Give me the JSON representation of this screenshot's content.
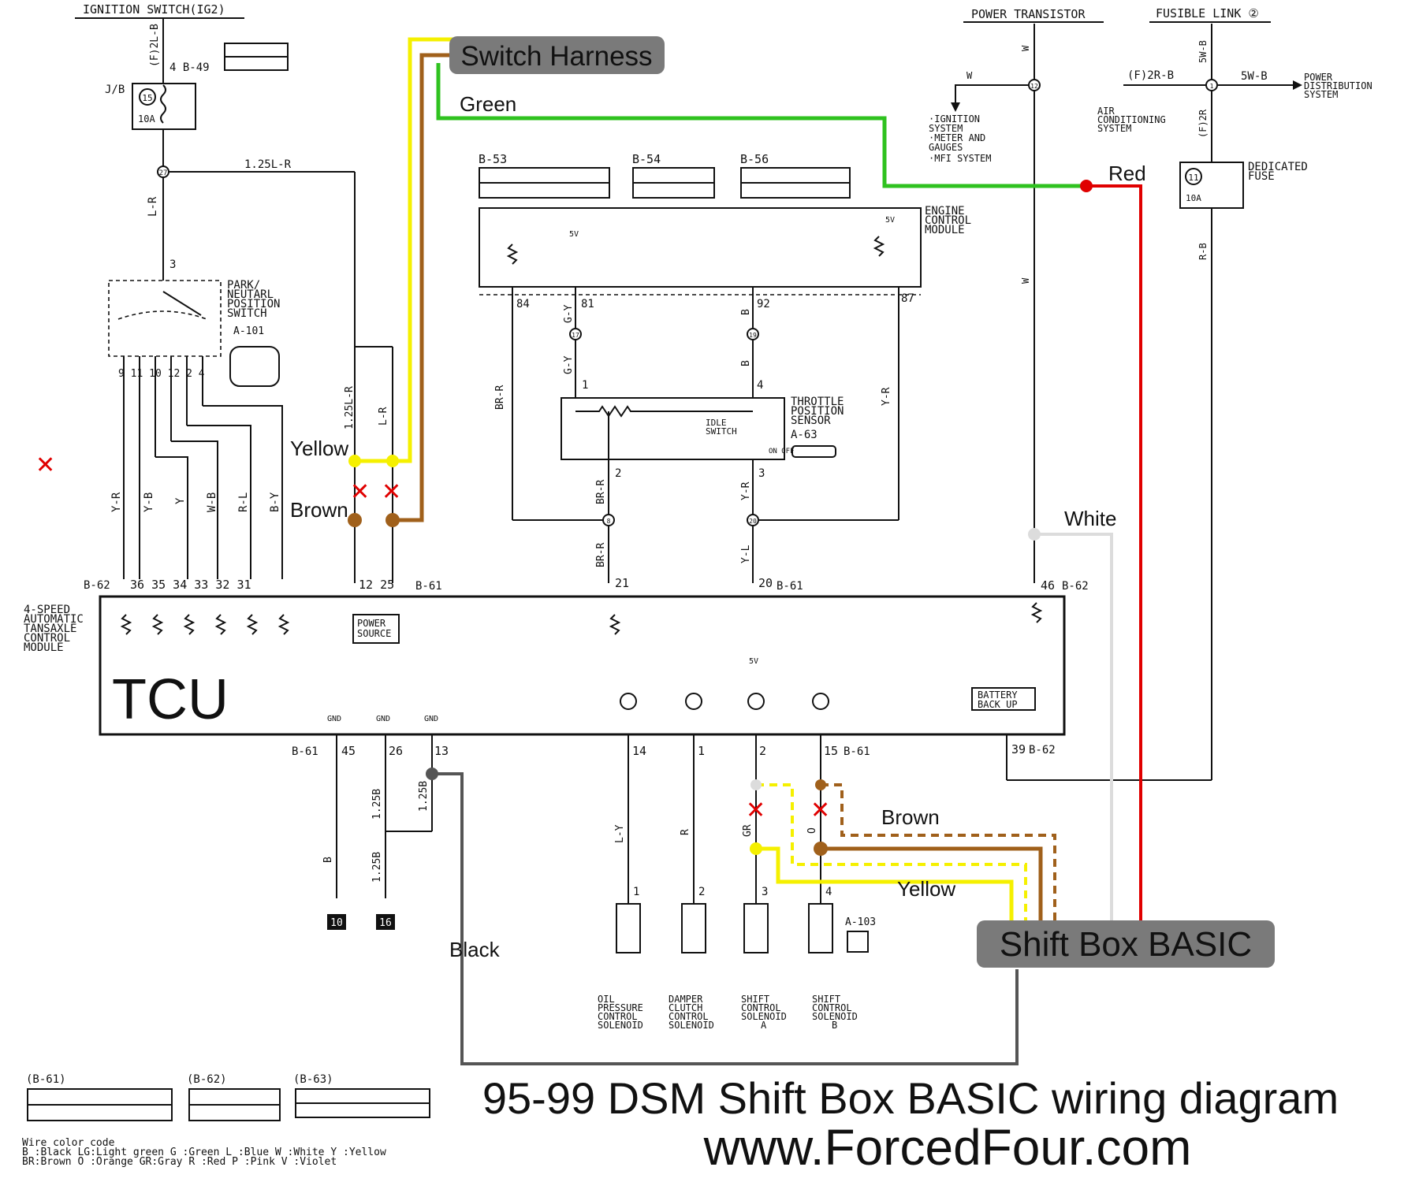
{
  "top_labels": {
    "ignition_switch": "IGNITION SWITCH(IG2)",
    "power_transistor": "POWER TRANSISTOR",
    "fusible_link": "FUSIBLE LINK ②"
  },
  "fuses": {
    "jb": "J/B",
    "jb_fuse_no": "15",
    "jb_rating": "10A",
    "ded_fuse_no": "11",
    "ded_rating": "10A",
    "dedicated1": "DEDICATED",
    "dedicated2": "FUSE"
  },
  "connectors": {
    "b49_pin": "4  B-49",
    "b53": "B-53",
    "b54": "B-54",
    "b56": "B-56",
    "b61": "B-61",
    "b62": "B-62"
  },
  "components": {
    "park_neutral": {
      "l1": "PARK/",
      "l2": "NEUTARL",
      "l3": "POSITION",
      "l4": "SWITCH",
      "ref": "A-101"
    },
    "ecm": {
      "l1": "ENGINE",
      "l2": "CONTROL",
      "l3": "MODULE",
      "v5": "5V"
    },
    "tps": {
      "l1": "THROTTLE",
      "l2": "POSITION",
      "l3": "SENSOR",
      "ref": "A-63",
      "idle1": "IDLE",
      "idle2": "SWITCH",
      "off": "ON  OFF"
    },
    "outputs": {
      "l1": "·IGNITION",
      "l2": " SYSTEM",
      "l3": "·METER AND",
      "l4": " GAUGES",
      "l5": "·MFI SYSTEM"
    },
    "power_dist": {
      "l1": "POWER",
      "l2": "DISTRIBUTION",
      "l3": "SYSTEM"
    },
    "aircon": {
      "l1": "AIR",
      "l2": "CONDITIONING",
      "l3": "SYSTEM"
    },
    "tcu": {
      "l1": "4-SPEED",
      "l2": "AUTOMATIC",
      "l3": "TANSAXLE",
      "l4": "CONTROL",
      "l5": "MODULE",
      "name": "TCU",
      "gnd": "GND"
    },
    "power_source": {
      "l1": "POWER",
      "l2": "SOURCE"
    },
    "battery": {
      "l1": "BATTERY",
      "l2": "BACK UP"
    },
    "solenoids": {
      "ref": "A-103",
      "oil1": "OIL",
      "oil2": "PRESSURE",
      "oil3": "CONTROL",
      "oil4": "SOLENOID",
      "dmp1": "DAMPER",
      "dmp2": "CLUTCH",
      "dmp3": "CONTROL",
      "dmp4": "SOLENOID",
      "sa1": "SHIFT",
      "sa2": "CONTROL",
      "sa3": "SOLENOID",
      "sa4": "A",
      "sb1": "SHIFT",
      "sb2": "CONTROL",
      "sb3": "SOLENOID",
      "sb4": "B"
    }
  },
  "wires": {
    "ignition_wire": "(F)2L-B",
    "w_125lr_top": "1.25L-R",
    "w_125lr_vert": "1.25L-R",
    "lr": "L-R",
    "yr": "Y-R",
    "yb": "Y-B",
    "y": "Y",
    "wb": "W-B",
    "rl": "R-L",
    "by": "B-Y",
    "gy": "G-Y",
    "b": "B",
    "brr": "BR-R",
    "yl": "Y-L",
    "w": "W",
    "w5b": "5W-B",
    "f2rb": "(F)2R-B",
    "f2r": "(F)2R",
    "rb": "R-B",
    "w125b": "1.25B",
    "ly": "L-Y",
    "r": "R",
    "gr": "GR",
    "o": "O"
  },
  "pins": {
    "j27": "27",
    "p3": "3",
    "nps_row": "9 11 10 12 2 4",
    "p84": "84",
    "p81": "81",
    "p92": "92",
    "p87": "87",
    "j17": "17",
    "j19": "19",
    "p1": "1",
    "p2": "2",
    "p3b": "3",
    "p4": "4",
    "j8": "8",
    "j20": "20",
    "j12": "12",
    "j1": "1",
    "tcu_left": "36  35  34  33  32  31",
    "tcu_12_25": "12  25",
    "p21": "21",
    "p20": "20",
    "p46": "46",
    "p45": "45",
    "p26": "26",
    "p13": "13",
    "p14": "14",
    "p15": "15",
    "p39": "39"
  },
  "grounds": {
    "g10": "10",
    "g16": "16"
  },
  "marks": {
    "cut": "✕"
  },
  "annotations": {
    "switch_harness": "Switch Harness",
    "shift_box": "Shift Box BASIC",
    "green": "Green",
    "red": "Red",
    "white": "White",
    "yellow": "Yellow",
    "brown": "Brown",
    "black": "Black"
  },
  "footer": {
    "conn_b61": "(B-61)",
    "conn_b62": "(B-62)",
    "conn_b63": "(B-63)",
    "legend_title": "Wire color code",
    "legend_row1": "B :Black   LG:Light green  G :Green  L :Blue  W :White  Y :Yellow",
    "legend_row2": "BR:Brown   O :Orange       GR:Gray   R :Red   P :Pink   V :Violet",
    "title": "95-99 DSM Shift Box BASIC wiring diagram",
    "website": "www.ForcedFour.com"
  },
  "colors": {
    "yellow_wire": "#f5f000",
    "brown_wire": "#a0601b",
    "green_wire": "#2fc21f",
    "red_wire": "#e00000",
    "white_wire": "#dcdcdc",
    "black_wire": "#555555",
    "callout_fill": "#7a7a7a"
  }
}
